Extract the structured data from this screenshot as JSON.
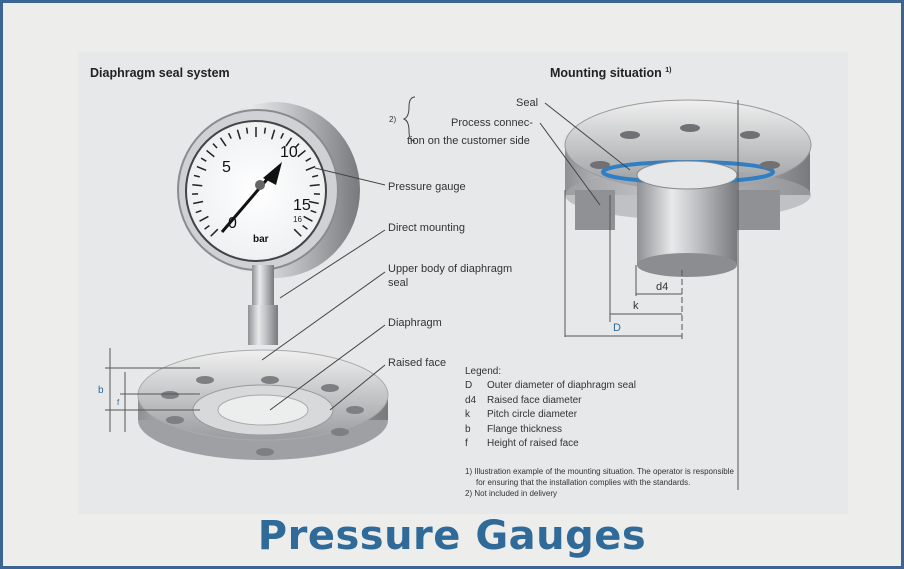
{
  "left_section": {
    "title": "Diaphragm seal system",
    "labels": [
      "Pressure gauge",
      "Direct mounting",
      "Upper body of diaphragm",
      "seal",
      "Diaphragm",
      "Raised face"
    ],
    "gauge_dial": {
      "numbers": [
        "5",
        "10",
        "15",
        "0",
        "16"
      ],
      "unit": "bar"
    },
    "dimension_labels": [
      "b",
      "f"
    ]
  },
  "right_section": {
    "title": "Mounting situation",
    "title_note": "1)",
    "bracket_note": "2)",
    "labels": [
      "Seal",
      "Process connec-",
      "tion on the customer side"
    ],
    "dimension_labels": [
      "d4",
      "k",
      "D"
    ]
  },
  "legend": {
    "heading": "Legend:",
    "items": [
      {
        "symbol": "D",
        "text": "Outer diameter of diaphragm seal"
      },
      {
        "symbol": "d4",
        "text": "Raised face diameter"
      },
      {
        "symbol": "k",
        "text": "Pitch circle diameter"
      },
      {
        "symbol": "b",
        "text": "Flange thickness"
      },
      {
        "symbol": "f",
        "text": "Height of raised face"
      }
    ]
  },
  "footnotes": [
    "1) Illustration example of the mounting situation. The operator is responsible",
    "for ensuring that the installation complies with the standards.",
    "2) Not included in delivery"
  ],
  "caption": "Pressure Gauges",
  "colors": {
    "caption": "#2f6a98",
    "frame": "#3d6593",
    "seal": "#2f7fc4"
  }
}
